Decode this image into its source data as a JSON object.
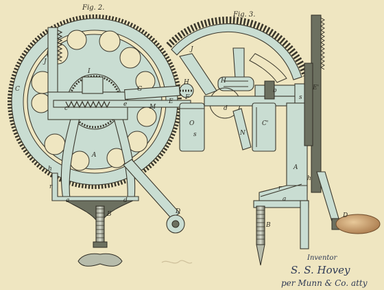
{
  "figures": {
    "fig2_label": "Fig. 2.",
    "fig3_label": "Fig. 3."
  },
  "fig2_letters": {
    "J": "J",
    "C": "C",
    "I": "I",
    "G": "G",
    "M": "M",
    "A": "A",
    "B": "B",
    "D": "D",
    "h": "h",
    "r": "r",
    "a": "a",
    "d": "d",
    "e": "e",
    "c": "c",
    "H": "H",
    "F": "F",
    "E": "E",
    "O": "O",
    "s": "s"
  },
  "fig3_letters": {
    "J": "J",
    "H": "H",
    "N": "N",
    "C1": "C'",
    "A": "A",
    "B": "B",
    "D": "D",
    "r": "r",
    "h": "h",
    "E1": "E'",
    "a": "a",
    "d": "d",
    "b": "b",
    "s": "s"
  },
  "signature": {
    "role": "Inventor",
    "name": "S. S. Hovey",
    "attorney": "per Munn & Co. atty"
  },
  "colors": {
    "paper": "#efe6c1",
    "metal": "#c9ddd2",
    "ink": "#3a372c",
    "handle": "#c79f6a"
  }
}
